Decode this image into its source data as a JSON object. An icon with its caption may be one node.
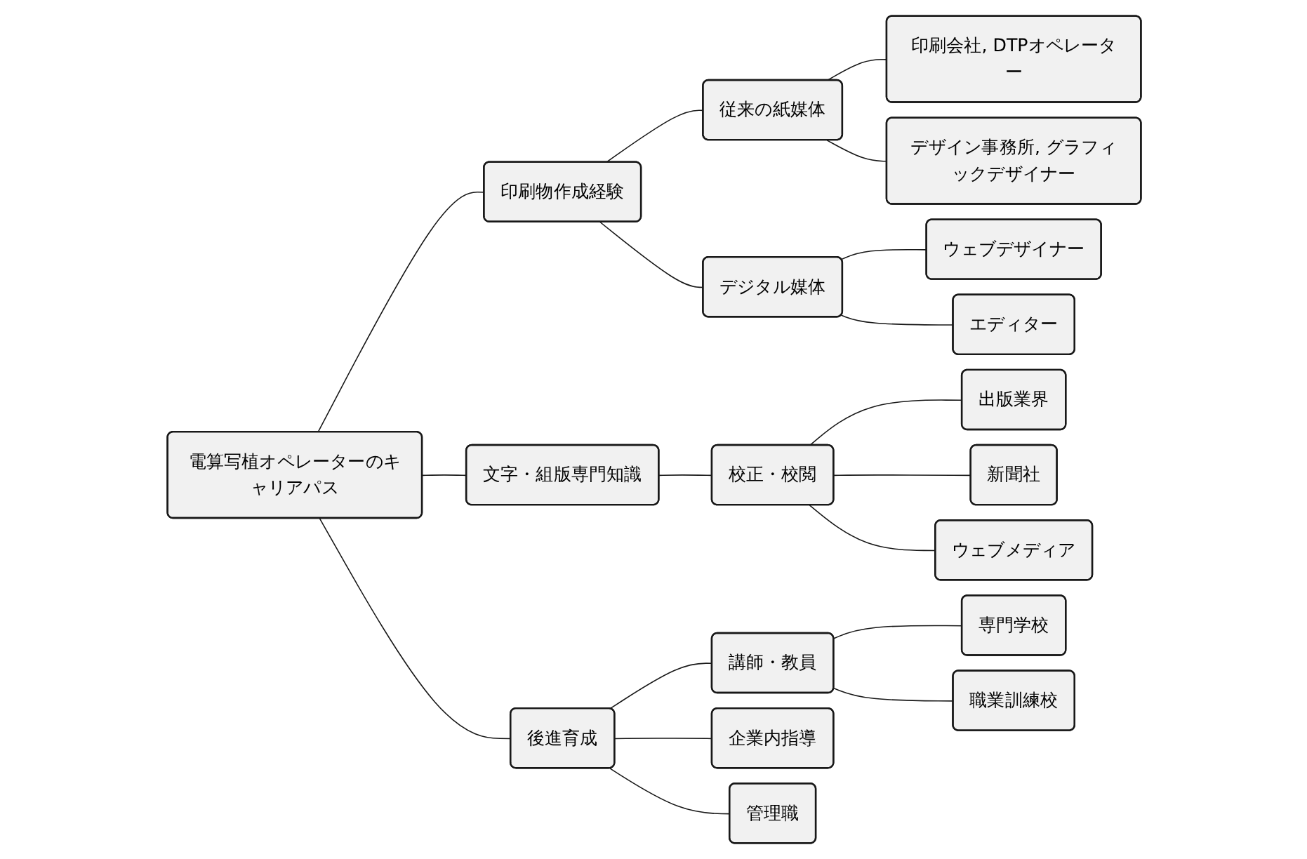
{
  "diagram": {
    "nodes": [
      {
        "text": [
          "電算写植オペレーターのキャリアパス"
        ]
      },
      {
        "text": [
          "印刷物作成経験"
        ]
      },
      {
        "text": [
          "従来の紙媒体"
        ]
      },
      {
        "text": [
          "印刷会社, DTPオペレーター"
        ]
      },
      {
        "text": [
          "デザイン事務所, グラフィックデザイナー"
        ]
      },
      {
        "text": [
          "デジタル媒体"
        ]
      },
      {
        "text": [
          "ウェブデザイナー"
        ]
      },
      {
        "text": [
          "エディター"
        ]
      },
      {
        "text": [
          "文字・組版専門知識"
        ]
      },
      {
        "text": [
          "校正・校閲"
        ]
      },
      {
        "text": [
          "出版業界"
        ]
      },
      {
        "text": [
          "新聞社"
        ]
      },
      {
        "text": [
          "ウェブメディア"
        ]
      },
      {
        "text": [
          "後進育成"
        ]
      },
      {
        "text": [
          "講師・教員"
        ]
      },
      {
        "text": [
          "専門学校"
        ]
      },
      {
        "text": [
          "職業訓練校"
        ]
      },
      {
        "text": [
          "企業内指導"
        ]
      },
      {
        "text": [
          "管理職"
        ]
      }
    ],
    "edges": [
      {
        "from": 0,
        "to": 1,
        "arrow": "none"
      },
      {
        "from": 1,
        "to": 2,
        "arrow": "none"
      },
      {
        "from": 2,
        "to": 3,
        "arrow": "none"
      },
      {
        "from": 2,
        "to": 4,
        "arrow": "none"
      },
      {
        "from": 1,
        "to": 5,
        "arrow": "none"
      },
      {
        "from": 5,
        "to": 6,
        "arrow": "none"
      },
      {
        "from": 5,
        "to": 7,
        "arrow": "none"
      },
      {
        "from": 0,
        "to": 8,
        "arrow": "none"
      },
      {
        "from": 8,
        "to": 9,
        "arrow": "none"
      },
      {
        "from": 9,
        "to": 10,
        "arrow": "none"
      },
      {
        "from": 9,
        "to": 11,
        "arrow": "none"
      },
      {
        "from": 9,
        "to": 12,
        "arrow": "none"
      },
      {
        "from": 0,
        "to": 13,
        "arrow": "none"
      },
      {
        "from": 13,
        "to": 14,
        "arrow": "none"
      },
      {
        "from": 14,
        "to": 15,
        "arrow": "none"
      },
      {
        "from": 14,
        "to": 16,
        "arrow": "none"
      },
      {
        "from": 13,
        "to": 17,
        "arrow": "none"
      },
      {
        "from": 13,
        "to": 18,
        "arrow": "none"
      }
    ]
  }
}
